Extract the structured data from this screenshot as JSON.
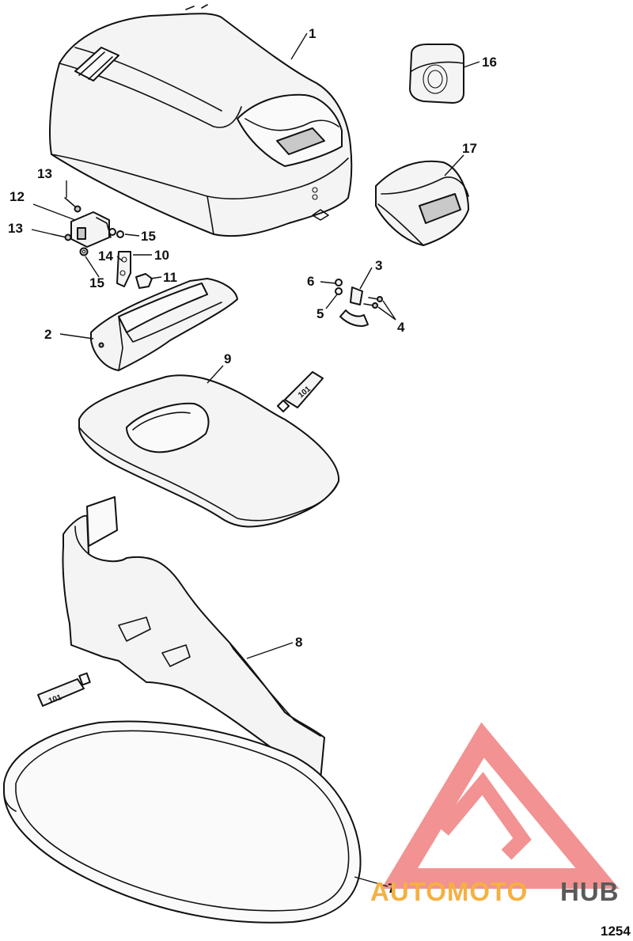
{
  "callouts": [
    {
      "id": "c1",
      "label": "1"
    },
    {
      "id": "c2",
      "label": "2"
    },
    {
      "id": "c3",
      "label": "3"
    },
    {
      "id": "c4",
      "label": "4"
    },
    {
      "id": "c5",
      "label": "5"
    },
    {
      "id": "c6",
      "label": "6"
    },
    {
      "id": "c7",
      "label": "7"
    },
    {
      "id": "c8",
      "label": "8"
    },
    {
      "id": "c9",
      "label": "9"
    },
    {
      "id": "c10",
      "label": "10"
    },
    {
      "id": "c11",
      "label": "11"
    },
    {
      "id": "c12",
      "label": "12"
    },
    {
      "id": "c13a",
      "label": "13"
    },
    {
      "id": "c13b",
      "label": "13"
    },
    {
      "id": "c14",
      "label": "14"
    },
    {
      "id": "c15a",
      "label": "15"
    },
    {
      "id": "c15b",
      "label": "15"
    },
    {
      "id": "c16",
      "label": "16"
    },
    {
      "id": "c17",
      "label": "17"
    }
  ],
  "adhesive_tubes": [
    {
      "id": "tube-upper",
      "label": "101"
    },
    {
      "id": "tube-lower",
      "label": "101"
    }
  ],
  "watermark": {
    "text_part1": "AUTOMOTO",
    "text_part2": "HUB",
    "colors": {
      "logo": "#f08080",
      "text_orange": "#f5b041",
      "text_gray": "#5a5a5a"
    }
  },
  "figure_number": "1254"
}
